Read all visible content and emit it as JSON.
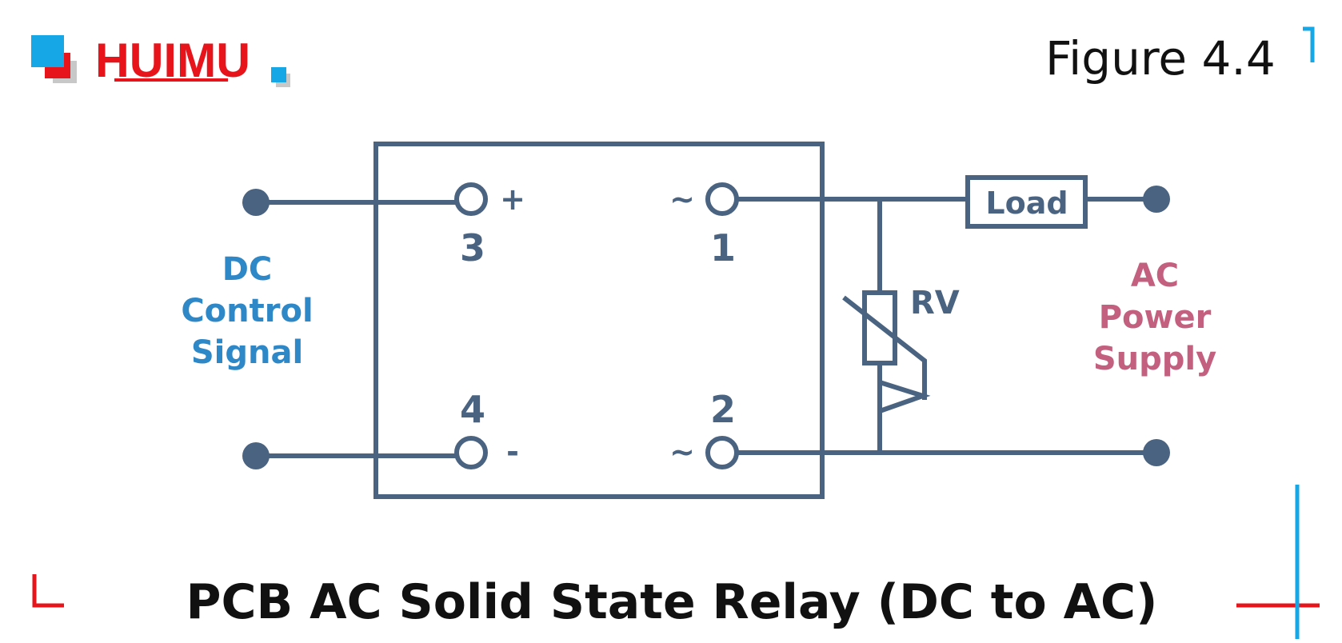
{
  "logo": {
    "text": "HUIMU",
    "colors": {
      "red": "#e8141c",
      "blue": "#16a8e6",
      "gray": "#c8c8c8"
    }
  },
  "figure_label": "Figure 4.4",
  "diagram": {
    "pins": {
      "pin3": {
        "number": "3",
        "sign": "+"
      },
      "pin4": {
        "number": "4",
        "sign": "-"
      },
      "pin1": {
        "number": "1",
        "sign": "~"
      },
      "pin2": {
        "number": "2",
        "sign": "~"
      }
    },
    "load_label": "Load",
    "rv_label": "RV",
    "dc_label_lines": [
      "DC",
      "Control",
      "Signal"
    ],
    "ac_label_lines": [
      "AC",
      "Power",
      "Supply"
    ],
    "colors": {
      "line": "#4a6380",
      "dc_label": "#2e87c7",
      "ac_label": "#c4607f"
    }
  },
  "caption": "PCB AC Solid State Relay (DC to AC)",
  "corner_marks": {
    "colors": {
      "red": "#e8141c",
      "blue": "#16a8e6"
    }
  }
}
